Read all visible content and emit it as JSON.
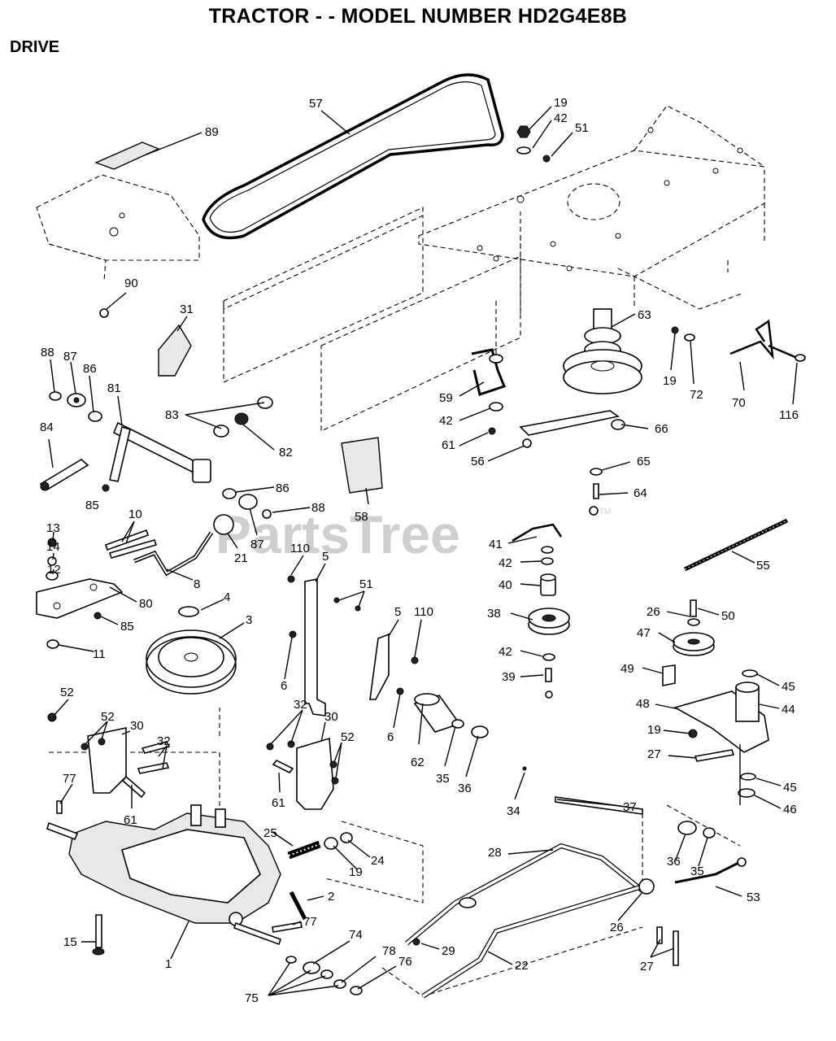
{
  "title": "TRACTOR - - MODEL NUMBER HD2G4E8B",
  "section": "DRIVE",
  "watermark": "PartsTree",
  "watermark_tm": "TM",
  "callouts": [
    {
      "id": "57",
      "label": "57"
    },
    {
      "id": "89",
      "label": "89"
    },
    {
      "id": "19a",
      "label": "19"
    },
    {
      "id": "42a",
      "label": "42"
    },
    {
      "id": "51a",
      "label": "51"
    },
    {
      "id": "90",
      "label": "90"
    },
    {
      "id": "31",
      "label": "31"
    },
    {
      "id": "63",
      "label": "63"
    },
    {
      "id": "19b",
      "label": "19"
    },
    {
      "id": "72",
      "label": "72"
    },
    {
      "id": "70",
      "label": "70"
    },
    {
      "id": "116",
      "label": "116"
    },
    {
      "id": "88a",
      "label": "88"
    },
    {
      "id": "87a",
      "label": "87"
    },
    {
      "id": "86a",
      "label": "86"
    },
    {
      "id": "81",
      "label": "81"
    },
    {
      "id": "83",
      "label": "83"
    },
    {
      "id": "82",
      "label": "82"
    },
    {
      "id": "59",
      "label": "59"
    },
    {
      "id": "42b",
      "label": "42"
    },
    {
      "id": "61a",
      "label": "61"
    },
    {
      "id": "56",
      "label": "56"
    },
    {
      "id": "66",
      "label": "66"
    },
    {
      "id": "84",
      "label": "84"
    },
    {
      "id": "85a",
      "label": "85"
    },
    {
      "id": "86b",
      "label": "86"
    },
    {
      "id": "88b",
      "label": "88"
    },
    {
      "id": "58",
      "label": "58"
    },
    {
      "id": "65",
      "label": "65"
    },
    {
      "id": "64",
      "label": "64"
    },
    {
      "id": "13",
      "label": "13"
    },
    {
      "id": "10",
      "label": "10"
    },
    {
      "id": "14",
      "label": "14"
    },
    {
      "id": "21",
      "label": "21"
    },
    {
      "id": "87b",
      "label": "87"
    },
    {
      "id": "41",
      "label": "41"
    },
    {
      "id": "12",
      "label": "12"
    },
    {
      "id": "8",
      "label": "8"
    },
    {
      "id": "110a",
      "label": "110"
    },
    {
      "id": "5a",
      "label": "5"
    },
    {
      "id": "42c",
      "label": "42"
    },
    {
      "id": "55",
      "label": "55"
    },
    {
      "id": "80",
      "label": "80"
    },
    {
      "id": "4",
      "label": "4"
    },
    {
      "id": "51b",
      "label": "51"
    },
    {
      "id": "40",
      "label": "40"
    },
    {
      "id": "85b",
      "label": "85"
    },
    {
      "id": "3",
      "label": "3"
    },
    {
      "id": "5b",
      "label": "5"
    },
    {
      "id": "110b",
      "label": "110"
    },
    {
      "id": "38",
      "label": "38"
    },
    {
      "id": "26a",
      "label": "26"
    },
    {
      "id": "50",
      "label": "50"
    },
    {
      "id": "47",
      "label": "47"
    },
    {
      "id": "11",
      "label": "11"
    },
    {
      "id": "6a",
      "label": "6"
    },
    {
      "id": "42d",
      "label": "42"
    },
    {
      "id": "49",
      "label": "49"
    },
    {
      "id": "45a",
      "label": "45"
    },
    {
      "id": "39",
      "label": "39"
    },
    {
      "id": "52a",
      "label": "52"
    },
    {
      "id": "44",
      "label": "44"
    },
    {
      "id": "48",
      "label": "48"
    },
    {
      "id": "32a",
      "label": "32"
    },
    {
      "id": "30a",
      "label": "30"
    },
    {
      "id": "52b",
      "label": "52"
    },
    {
      "id": "30b",
      "label": "30"
    },
    {
      "id": "32b",
      "label": "32"
    },
    {
      "id": "52c",
      "label": "52"
    },
    {
      "id": "6b",
      "label": "6"
    },
    {
      "id": "62",
      "label": "62"
    },
    {
      "id": "19c",
      "label": "19"
    },
    {
      "id": "27a",
      "label": "27"
    },
    {
      "id": "77a",
      "label": "77"
    },
    {
      "id": "35a",
      "label": "35"
    },
    {
      "id": "36a",
      "label": "36"
    },
    {
      "id": "61b",
      "label": "61"
    },
    {
      "id": "61c",
      "label": "61"
    },
    {
      "id": "34",
      "label": "34"
    },
    {
      "id": "45b",
      "label": "45"
    },
    {
      "id": "46",
      "label": "46"
    },
    {
      "id": "37",
      "label": "37"
    },
    {
      "id": "25",
      "label": "25"
    },
    {
      "id": "24",
      "label": "24"
    },
    {
      "id": "28",
      "label": "28"
    },
    {
      "id": "36b",
      "label": "36"
    },
    {
      "id": "35b",
      "label": "35"
    },
    {
      "id": "19d",
      "label": "19"
    },
    {
      "id": "2",
      "label": "2"
    },
    {
      "id": "53",
      "label": "53"
    },
    {
      "id": "77b",
      "label": "77"
    },
    {
      "id": "15",
      "label": "15"
    },
    {
      "id": "74",
      "label": "74"
    },
    {
      "id": "29",
      "label": "29"
    },
    {
      "id": "26b",
      "label": "26"
    },
    {
      "id": "1",
      "label": "1"
    },
    {
      "id": "78",
      "label": "78"
    },
    {
      "id": "76",
      "label": "76"
    },
    {
      "id": "22",
      "label": "22"
    },
    {
      "id": "27b",
      "label": "27"
    },
    {
      "id": "75",
      "label": "75"
    }
  ]
}
